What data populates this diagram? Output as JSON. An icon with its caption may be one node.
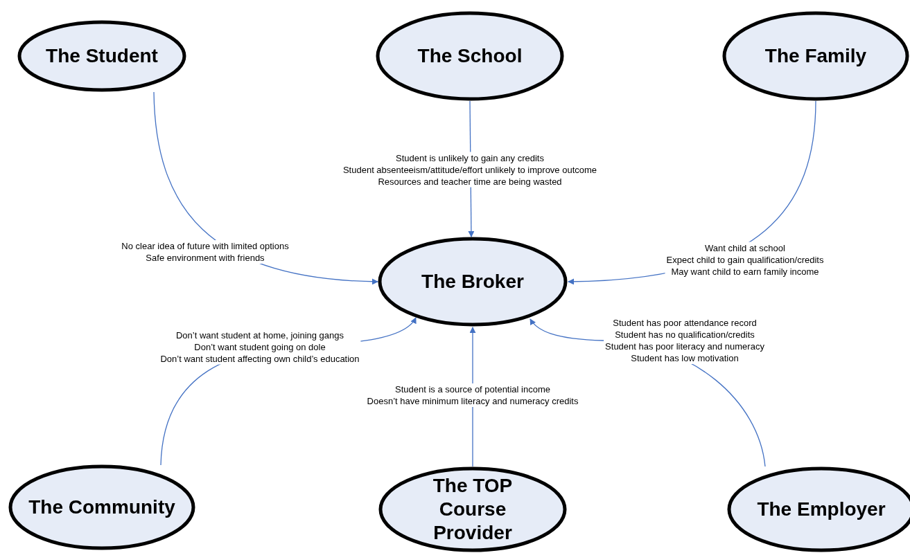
{
  "diagram": {
    "nodes": [
      {
        "text": [
          "The Student"
        ]
      },
      {
        "text": [
          "The School"
        ]
      },
      {
        "text": [
          "The Family"
        ]
      },
      {
        "text": [
          "The Broker"
        ]
      },
      {
        "text": [
          "The Community"
        ]
      },
      {
        "text": [
          "The TOP Course Provider"
        ]
      },
      {
        "text": [
          "The Employer"
        ]
      }
    ],
    "edges": [
      {
        "from": 0,
        "to": 3,
        "arrow": "to",
        "label": "No clear idea of future with limited options\nSafe environment with friends"
      },
      {
        "from": 1,
        "to": 3,
        "arrow": "to",
        "label": "Student is unlikely to gain any credits\nStudent absenteeism/attitude/effort unlikely to improve outcome\nResources and teacher time are being wasted"
      },
      {
        "from": 2,
        "to": 3,
        "arrow": "to",
        "label": "Want child at school\nExpect child to gain qualification/credits\nMay want child to earn family income"
      },
      {
        "from": 4,
        "to": 3,
        "arrow": "to",
        "label": "Don’t want student at home, joining gangs\nDon’t want student going on dole\nDon’t want student affecting own child’s education"
      },
      {
        "from": 5,
        "to": 3,
        "arrow": "to",
        "label": "Student is a source of potential income\nDoesn’t have minimum literacy and numeracy credits"
      },
      {
        "from": 6,
        "to": 3,
        "arrow": "to",
        "label": "Student has poor attendance record\nStudent has no qualification/credits\nStudent has poor literacy and numeracy\nStudent has low motivation"
      }
    ]
  }
}
